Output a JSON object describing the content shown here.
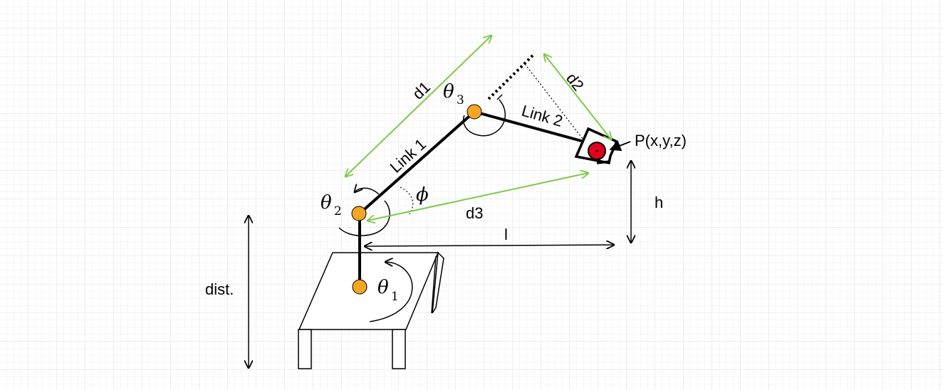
{
  "diagram": {
    "labels": {
      "d1": "d1",
      "d2": "d2",
      "d3": "d3",
      "link1": "Link 1",
      "link2": "Link 2",
      "point": "P(x,y,z)",
      "h": "h",
      "l": "l",
      "dist": "dist.",
      "theta": "θ",
      "phi": "ϕ",
      "sub1": "1",
      "sub2": "2",
      "sub3": "3"
    },
    "colors": {
      "dimension_line": "#7dc94a",
      "joint": "#f5a623",
      "target": "#e0001b",
      "structure": "#000000"
    }
  }
}
